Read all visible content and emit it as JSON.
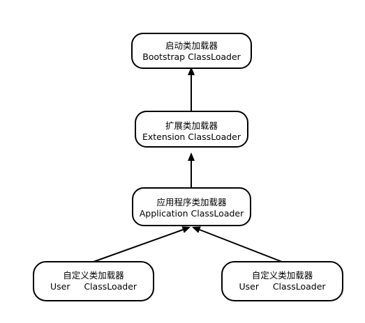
{
  "nodes": {
    "bootstrap": {
      "line1": "启动类加载器",
      "line2": "Bootstrap ClassLoader"
    },
    "extension": {
      "line1": "扩展类加载器",
      "line2": "Extension ClassLoader"
    },
    "application": {
      "line1": "应用程序类加载器",
      "line2": "Application ClassLoader"
    },
    "user_left": {
      "line1": "自定义类加载器",
      "line2": "User     ClassLoader"
    },
    "user_right": {
      "line1": "自定义类加载器",
      "line2": "User     ClassLoader"
    }
  },
  "colors": {
    "stroke": "#000000",
    "fill": "#ffffff",
    "text": "#000000"
  }
}
